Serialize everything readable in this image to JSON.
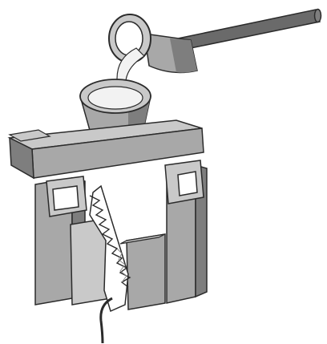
{
  "diagram": {
    "palette": {
      "background": "#ffffff",
      "outline": "#2b2b2b",
      "metal_light": "#c9c9c9",
      "metal_mid": "#a8a8a8",
      "metal_dark": "#7e7e7e",
      "metal_shadow": "#5e5e5e",
      "molten_metal": "#f2f2f2",
      "ladle_rod": "#6a6a6a"
    },
    "components": [
      {
        "id": "ladle-handle",
        "icon": "rod-icon"
      },
      {
        "id": "ladle",
        "icon": "ladle-icon"
      },
      {
        "id": "pouring-stream",
        "icon": "stream-icon"
      },
      {
        "id": "pouring-cup",
        "icon": "funnel-icon"
      },
      {
        "id": "top-crossbeam",
        "icon": "beam-icon"
      },
      {
        "id": "left-pillar",
        "icon": "pillar-icon"
      },
      {
        "id": "right-pillar",
        "icon": "pillar-icon"
      },
      {
        "id": "mold-base",
        "icon": "block-icon"
      },
      {
        "id": "serrated-mold-plate",
        "icon": "sawtooth-icon"
      },
      {
        "id": "sprue-wire",
        "icon": "wire-icon"
      }
    ]
  }
}
